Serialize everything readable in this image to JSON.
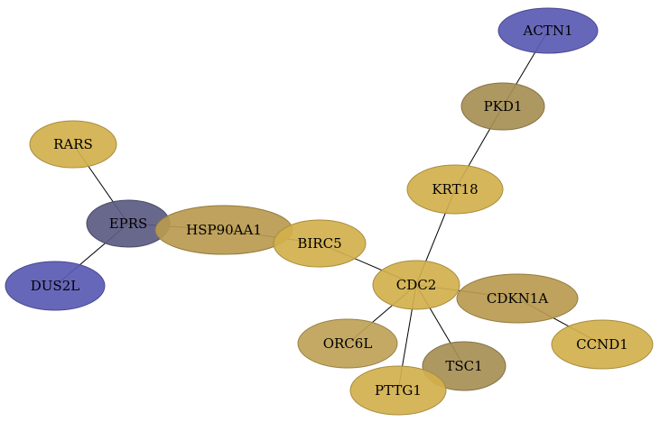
{
  "network": {
    "colors": {
      "gold": "#d2b04c",
      "olive": "#b89a4f",
      "dark_olive": "#a68f55",
      "tan": "#bfa258",
      "navy": "#5b5b83",
      "blue": "#5a5ab4",
      "edge": "#000000"
    },
    "nodes": [
      {
        "id": "ACTN1",
        "label": "ACTN1",
        "color": "blue"
      },
      {
        "id": "PKD1",
        "label": "PKD1",
        "color": "dark_olive"
      },
      {
        "id": "KRT18",
        "label": "KRT18",
        "color": "gold"
      },
      {
        "id": "RARS",
        "label": "RARS",
        "color": "gold"
      },
      {
        "id": "EPRS",
        "label": "EPRS",
        "color": "navy"
      },
      {
        "id": "DUS2L",
        "label": "DUS2L",
        "color": "blue"
      },
      {
        "id": "HSP90AA1",
        "label": "HSP90AA1",
        "color": "olive"
      },
      {
        "id": "BIRC5",
        "label": "BIRC5",
        "color": "gold"
      },
      {
        "id": "CDC2",
        "label": "CDC2",
        "color": "gold"
      },
      {
        "id": "CDKN1A",
        "label": "CDKN1A",
        "color": "olive"
      },
      {
        "id": "CCND1",
        "label": "CCND1",
        "color": "gold"
      },
      {
        "id": "ORC6L",
        "label": "ORC6L",
        "color": "tan"
      },
      {
        "id": "TSC1",
        "label": "TSC1",
        "color": "dark_olive"
      },
      {
        "id": "PTTG1",
        "label": "PTTG1",
        "color": "gold"
      }
    ],
    "edges": [
      [
        "ACTN1",
        "PKD1"
      ],
      [
        "PKD1",
        "KRT18"
      ],
      [
        "KRT18",
        "CDC2"
      ],
      [
        "RARS",
        "EPRS"
      ],
      [
        "EPRS",
        "DUS2L"
      ],
      [
        "EPRS",
        "HSP90AA1"
      ],
      [
        "HSP90AA1",
        "BIRC5"
      ],
      [
        "BIRC5",
        "CDC2"
      ],
      [
        "CDC2",
        "CDKN1A"
      ],
      [
        "CDKN1A",
        "CCND1"
      ],
      [
        "CDC2",
        "ORC6L"
      ],
      [
        "CDC2",
        "TSC1"
      ],
      [
        "CDC2",
        "PTTG1"
      ]
    ]
  }
}
